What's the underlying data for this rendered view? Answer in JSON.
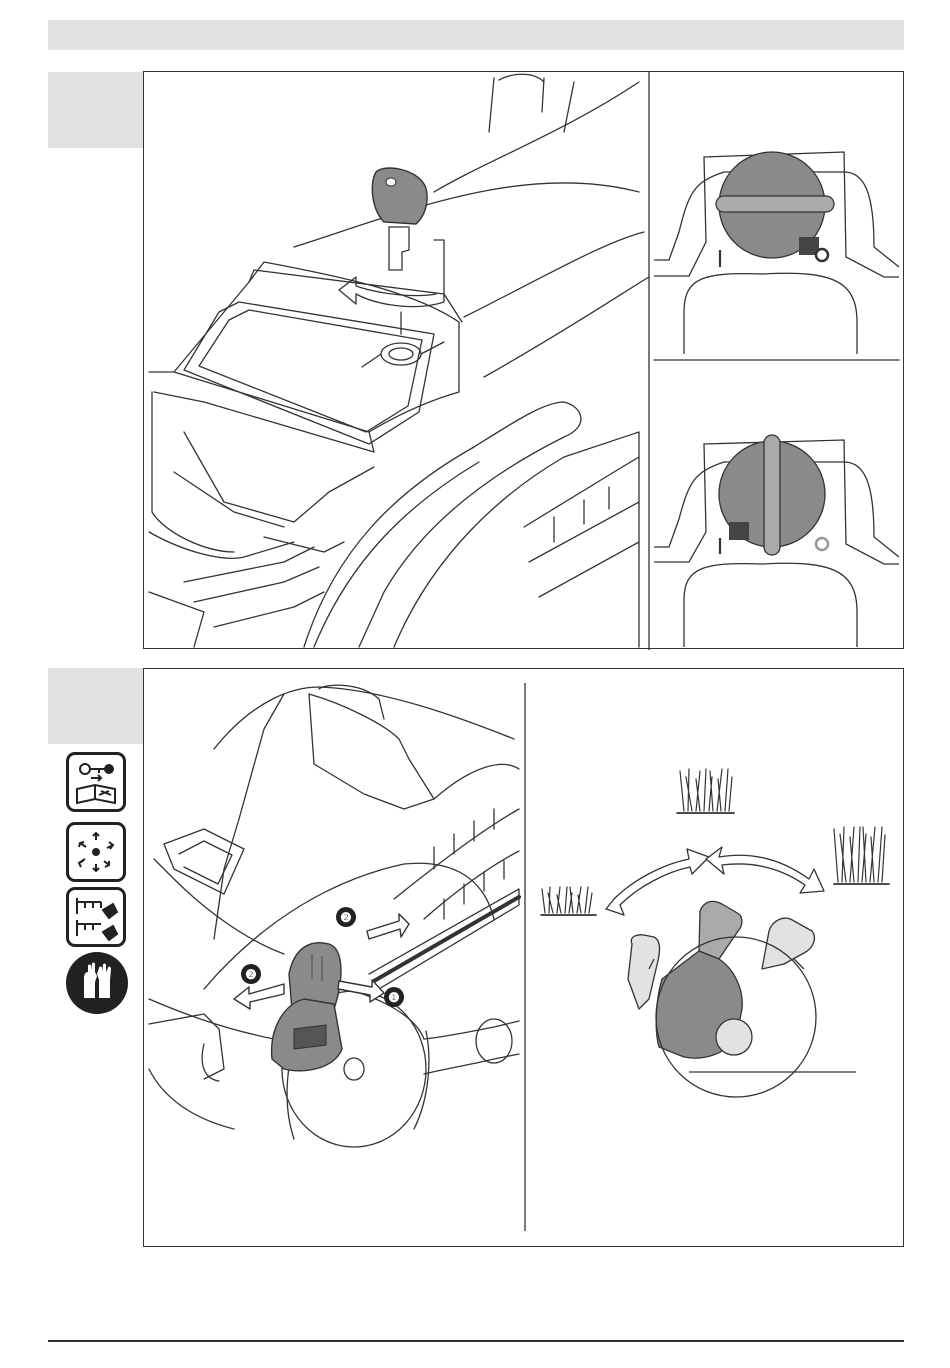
{
  "document": {
    "header": {
      "fill_color": "#e2e2e2"
    },
    "figure_1": {
      "main_view": "ignition-key-insertion",
      "switch_positions": [
        "rotary-switch-off",
        "rotary-switch-on"
      ],
      "switch_marks": {
        "on_mark": "I",
        "off_mark": "O"
      }
    },
    "figure_2": {
      "side_icons": [
        "remove-key-read-manual-icon",
        "rotating-blade-icon",
        "hand-injury-warning-icon",
        "wear-gloves-icon"
      ],
      "callouts": [
        "❶",
        "❷",
        "❷"
      ],
      "height_settings": [
        "grass-height-low",
        "grass-height-medium",
        "grass-height-high"
      ]
    },
    "colors": {
      "line": "#333333",
      "part_fill": "#8a8a8a",
      "light_fill": "#e2e2e2"
    }
  }
}
